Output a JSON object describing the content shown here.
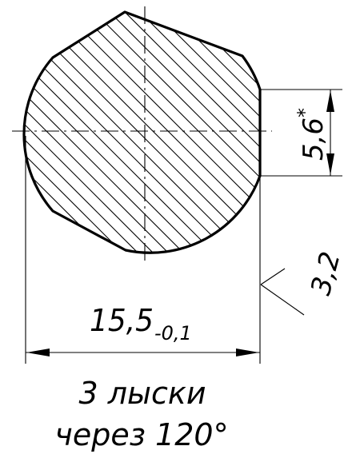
{
  "dimensions": {
    "flat_height": "5,6",
    "flat_height_mark": "*",
    "roughness": "3,2",
    "diameter": "15,5",
    "diameter_tolerance": "-0,1"
  },
  "note": {
    "line1": "3 лыски",
    "line2": "через 120°"
  }
}
